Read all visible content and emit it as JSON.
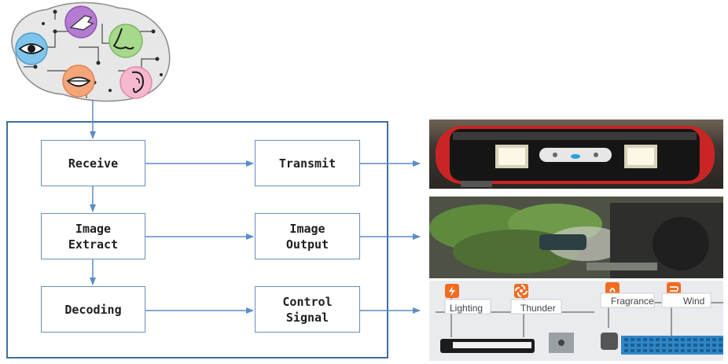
{
  "diagram": {
    "boxes": {
      "receive": "Receive",
      "transmit": "Transmit",
      "image_extract": "Image\nExtract",
      "image_output": "Image\nOutput",
      "decoding": "Decoding",
      "control_signal": "Control\nSignal"
    },
    "device_labels": {
      "lighting": "Lighting",
      "thunder": "Thunder",
      "fragrance": "Fragrance",
      "wind": "Wind"
    }
  },
  "colors": {
    "arrow": "#5b8cc7",
    "frame": "#3f6ea1",
    "box_border": "#6c8fbd",
    "device_accent": "#f26b21"
  },
  "icons": [
    "eye-icon",
    "hand-icon",
    "nose-icon",
    "mouth-icon",
    "ear-icon",
    "brain-circuit-icon",
    "lightning-icon",
    "fan-icon",
    "fragrance-icon",
    "wind-icon"
  ]
}
